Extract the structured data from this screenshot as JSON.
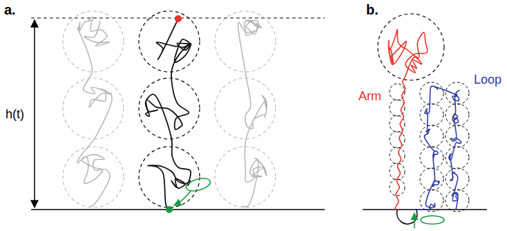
{
  "diagram": {
    "labels": [
      "a.",
      "b.",
      "h(t)",
      "Arm",
      "Loop"
    ]
  }
}
